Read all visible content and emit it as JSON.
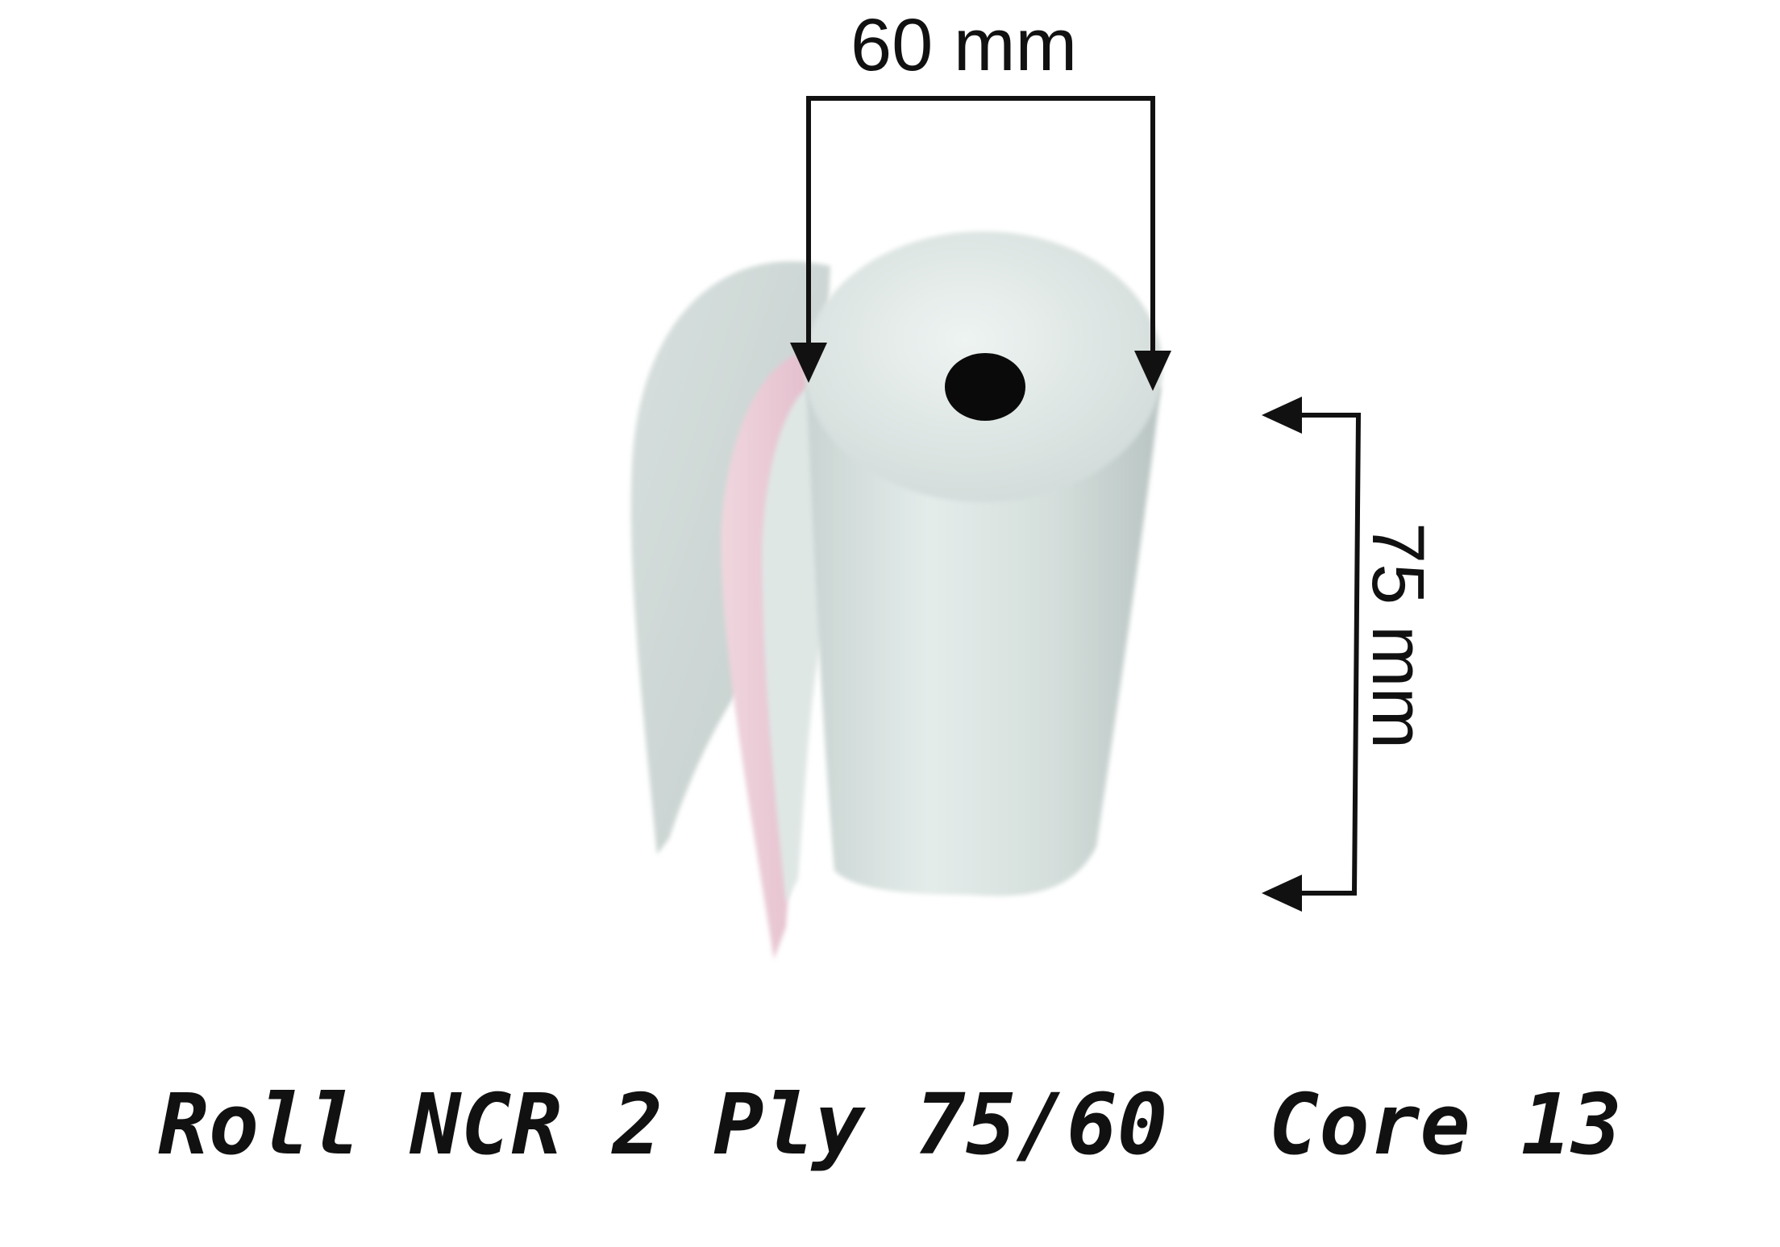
{
  "product_caption": "Roll NCR 2 Ply 75/60  Core 13",
  "dimensions": {
    "width_label": "60 mm",
    "height_label": "75 mm"
  },
  "colors": {
    "paper": "#dde6e3",
    "pink_ply": "#e9c9d3",
    "core": "#0a0a0a",
    "lines": "#111111",
    "background": "#ffffff"
  }
}
